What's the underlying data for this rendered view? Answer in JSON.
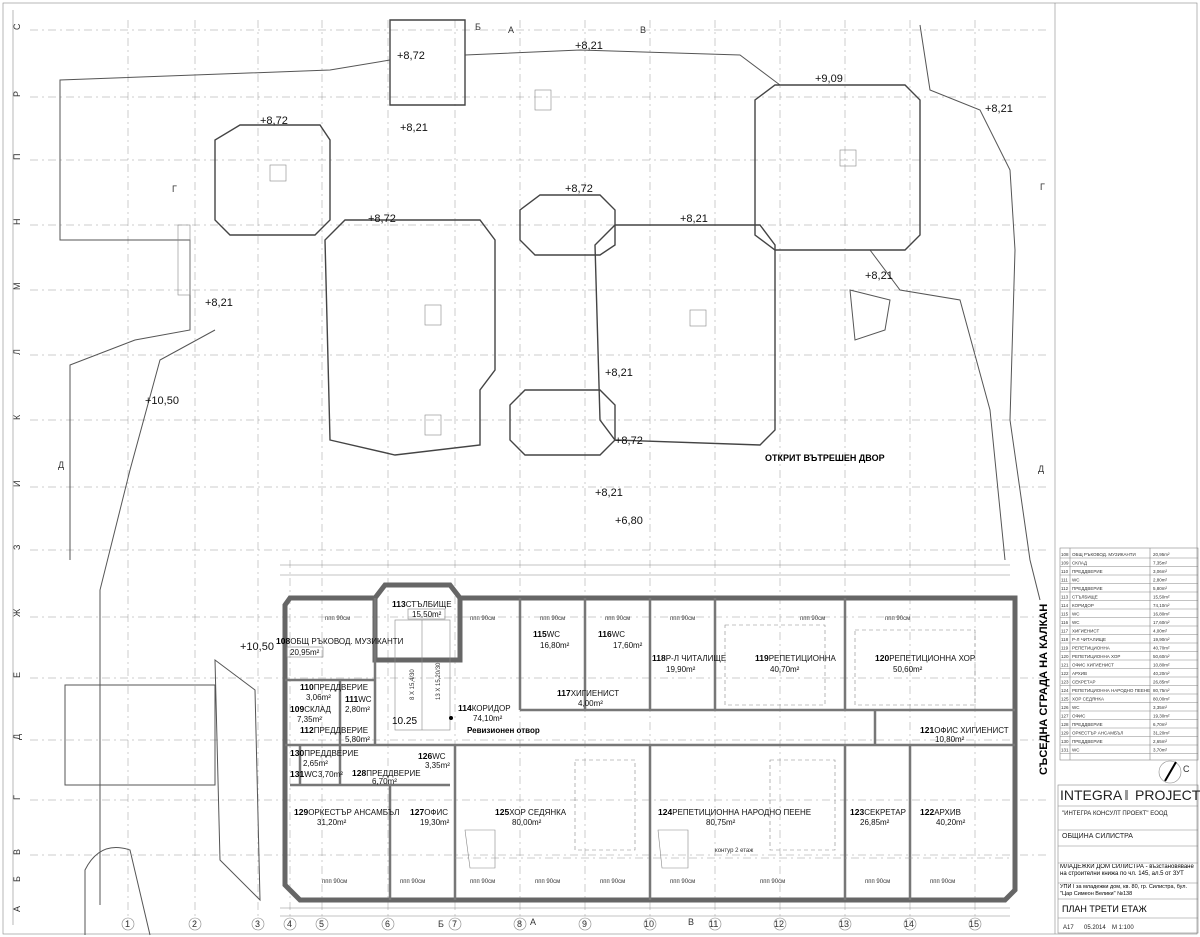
{
  "grid_rows": [
    "С",
    "Р",
    "П",
    "Н",
    "М",
    "Л",
    "К",
    "И",
    "З",
    "Ж",
    "Е",
    "Д",
    "Г",
    "В",
    "Б",
    "А"
  ],
  "grid_cols": [
    "1",
    "2",
    "3",
    "4",
    "5",
    "6",
    "7",
    "8",
    "9",
    "10",
    "11",
    "12",
    "13",
    "14",
    "15"
  ],
  "section_marks": [
    "Б",
    "А",
    "В",
    "Г",
    "Г",
    "Д",
    "Д",
    "Б",
    "А",
    "В"
  ],
  "elevations": [
    "+8,72",
    "+8,21",
    "+9,09",
    "+8,21",
    "+8,72",
    "+8,21",
    "+8,72",
    "+8,21",
    "+8,72",
    "+8,21",
    "+8,21",
    "+8,21",
    "+10,50",
    "+8,72",
    "+8,21",
    "+6,80",
    "+10,50"
  ],
  "labels": {
    "courtyard": "ОТКРИТ ВЪТРЕШЕН ДВОР",
    "neighbor": "СЪСЕДНА СГРАДА НА КАЛКАН",
    "revision": "Ревизионен отвор",
    "level": "10.25",
    "contour": "контур 2 етаж",
    "window": "ппп 90см",
    "stair1": "8 Х 15,4/30",
    "stair2": "13 Х 15,20/30"
  },
  "rooms": [
    {
      "no": "108",
      "name": "ОБЩ РЪКОВОД. МУЗИКАНТИ",
      "area": "20,95m²"
    },
    {
      "no": "113",
      "name": "СТЪЛБИЩЕ",
      "area": "15,50m²"
    },
    {
      "no": "115",
      "name": "WC",
      "area": "16,80m²"
    },
    {
      "no": "116",
      "name": "WC",
      "area": "17,60m²"
    },
    {
      "no": "118",
      "name": "Р-Л ЧИТАЛИЩЕ",
      "area": "19,90m²"
    },
    {
      "no": "119",
      "name": "РЕПЕТИЦИОННА",
      "area": "40,70m²"
    },
    {
      "no": "120",
      "name": "РЕПЕТИЦИОННА ХОР",
      "area": "50,60m²"
    },
    {
      "no": "110",
      "name": "ПРЕДДВЕРИЕ",
      "area": "3,06m²"
    },
    {
      "no": "111",
      "name": "WC",
      "area": "2,80m²"
    },
    {
      "no": "109",
      "name": "СКЛАД",
      "area": "7,35m²"
    },
    {
      "no": "117",
      "name": "ХИГИЕНИСТ",
      "area": "4,00m²"
    },
    {
      "no": "114",
      "name": "КОРИДОР",
      "area": "74,10m²"
    },
    {
      "no": "112",
      "name": "ПРЕДДВЕРИЕ",
      "area": "5,80m²"
    },
    {
      "no": "121",
      "name": "ОФИС ХИГИЕНИСТ",
      "area": "10,80m²"
    },
    {
      "no": "130",
      "name": "ПРЕДДВЕРИЕ",
      "area": "2,65m²"
    },
    {
      "no": "131",
      "name": "WC",
      "area": "3,70m²"
    },
    {
      "no": "128",
      "name": "ПРЕДДВЕРИЕ",
      "area": "6,70m²"
    },
    {
      "no": "126",
      "name": "WC",
      "area": "3,35m²"
    },
    {
      "no": "129",
      "name": "ОРКЕСТЪР АНСАМБЪЛ",
      "area": "31,20m²"
    },
    {
      "no": "127",
      "name": "ОФИС",
      "area": "19,30m²"
    },
    {
      "no": "125",
      "name": "ХОР СЕДЯНКА",
      "area": "80,00m²"
    },
    {
      "no": "124",
      "name": "РЕПЕТИЦИОННА НАРОДНО ПЕЕНЕ",
      "area": "80,75m²"
    },
    {
      "no": "123",
      "name": "СЕКРЕТАР",
      "area": "26,85m²"
    },
    {
      "no": "122",
      "name": "АРХИВ",
      "area": "40,20m²"
    }
  ],
  "title_block": {
    "logo_left": "INTEGRA",
    "logo_right": "PROJECT",
    "designer": "\"ИНТЕГРА КОНСУЛТ ПРОЕКТ\" ЕООД",
    "client": "ОБЩИНА СИЛИСТРА",
    "project": "МЛАДЕЖКИ ДОМ СИЛИСТРА - възстановяване на строителни книжа по чл. 145, ал.5 от ЗУТ",
    "location": "УПИ I за младежки дом, кв. 80, гр. Силистра, бул. \"Цар Симеон Велики\" №138",
    "sheet_title": "ПЛАН ТРЕТИ ЕТАЖ",
    "sheet_no": "А17",
    "date": "05.2014",
    "scale": "М 1:100",
    "north": "С"
  }
}
